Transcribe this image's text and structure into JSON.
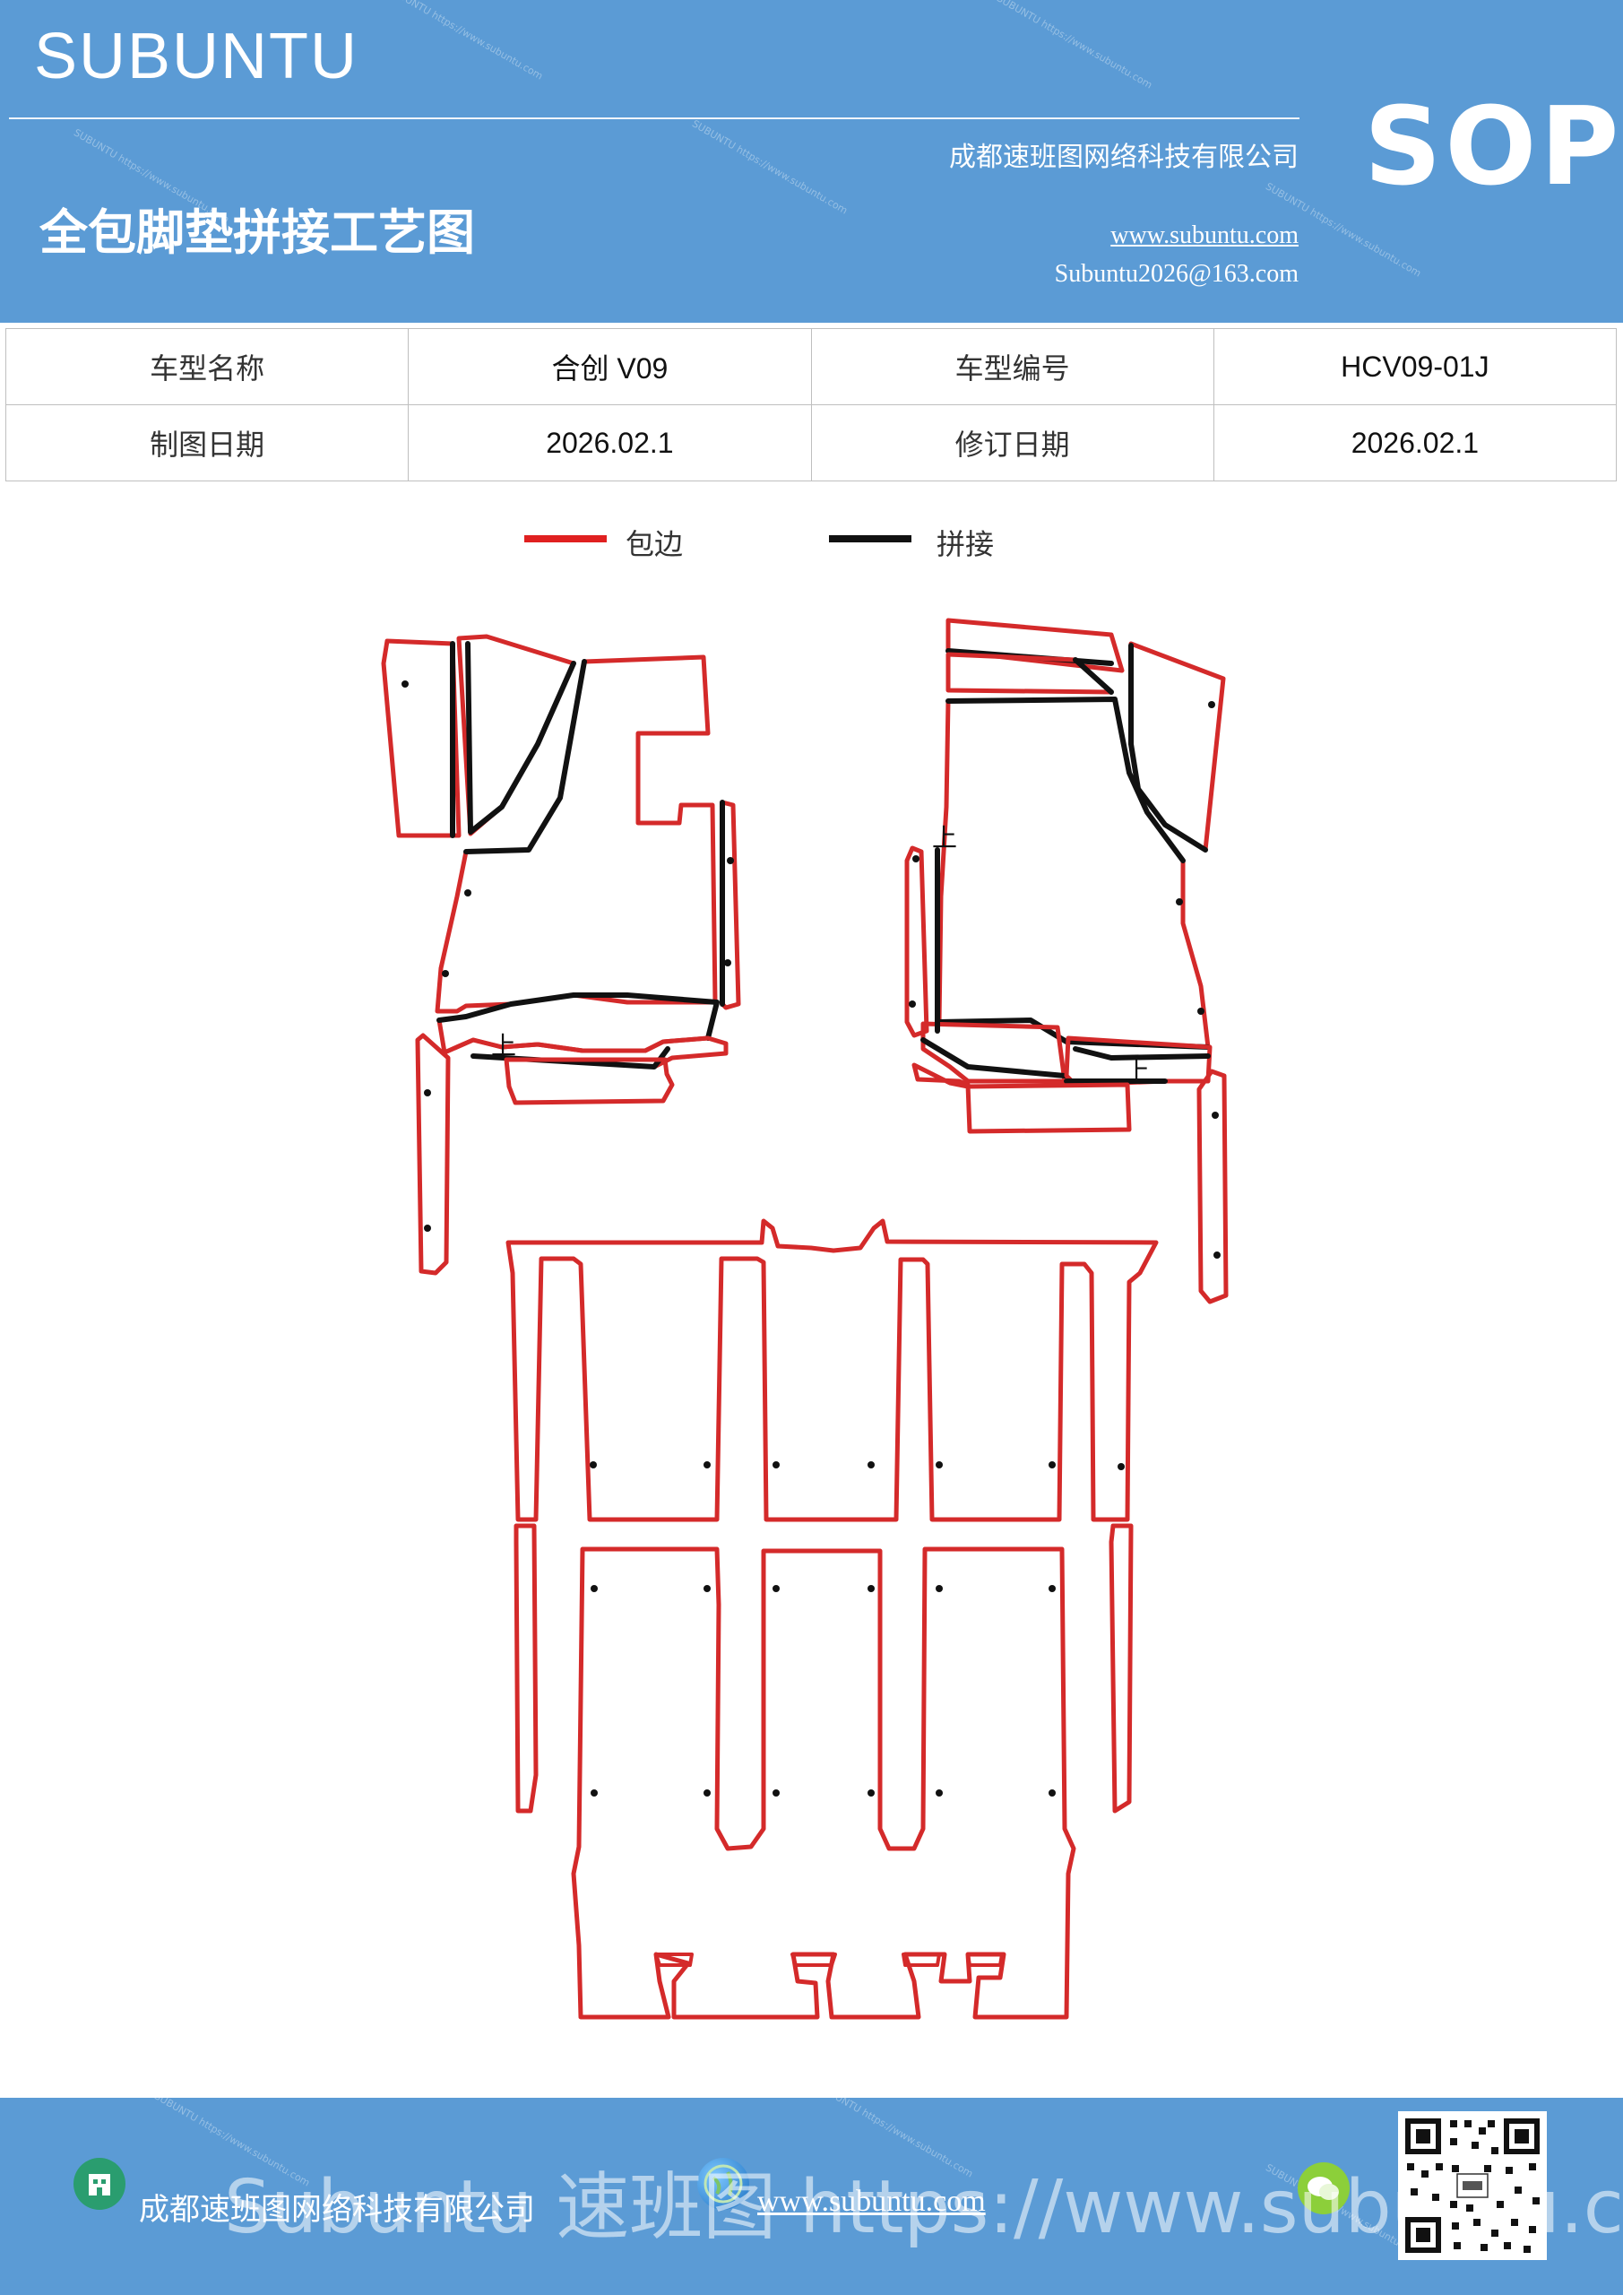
{
  "header": {
    "brand": "SUBUNTU",
    "company": "成都速班图网络科技有限公司",
    "title": "全包脚垫拼接工艺图",
    "website": "www.subuntu.com",
    "email": "Subuntu2026@163.com",
    "badge": "SOP",
    "watermark": "SUBUNTU https://www.subuntu.com"
  },
  "info_table": {
    "rows": [
      [
        {
          "label": "车型名称",
          "value": "合创 V09"
        },
        {
          "label": "车型编号",
          "value": "HCV09-01J"
        }
      ],
      [
        {
          "label": "制图日期",
          "value": "2026.02.1"
        },
        {
          "label": "修订日期",
          "value": "2026.02.1"
        }
      ]
    ]
  },
  "legend": [
    {
      "label": "包边",
      "color": "#e02020"
    },
    {
      "label": "拼接",
      "color": "#111111"
    }
  ],
  "diagram": {
    "edge_color": "#d42a2a",
    "seam_color": "#111111",
    "marks": [
      "上",
      "上",
      "上"
    ]
  },
  "footer": {
    "company": "成都速班图网络科技有限公司",
    "website": "www.subuntu.com",
    "watermark": "Subuntu  速班图 https://www.subuntu.com",
    "qr_icon": "qr-code"
  }
}
